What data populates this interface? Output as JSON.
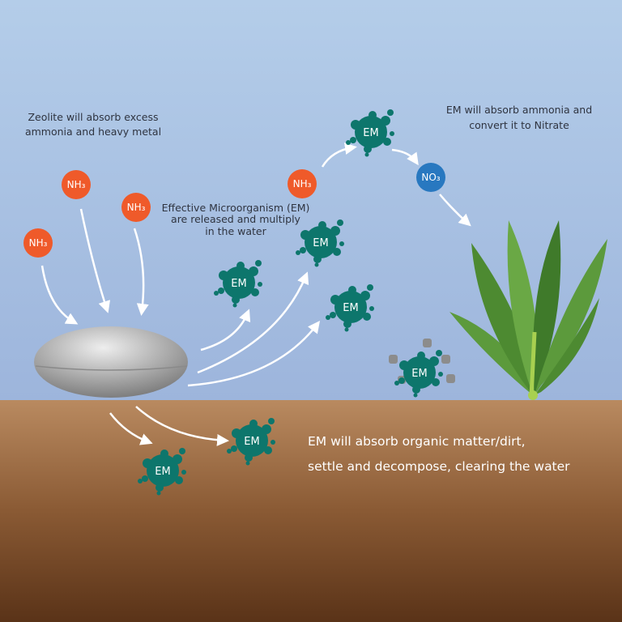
{
  "texts": {
    "zeolite_line1": "Zeolite will absorb excess",
    "zeolite_line2": "ammonia and heavy metal",
    "em_release_line1": "Effective Microorganism (EM)",
    "em_release_line2": "are released and multiply",
    "em_release_line3": "in the water",
    "nitrate_line1": "EM will absorb ammonia and",
    "nitrate_line2": "convert it to Nitrate",
    "soil_line1": "EM will absorb organic matter/dirt,",
    "soil_line2": "settle and decompose, clearing the water"
  },
  "labels": {
    "ammonia": "NH₃",
    "nitrate": "NO₃",
    "em": "EM"
  },
  "colors": {
    "water_top": "#b4cde9",
    "water_bottom": "#9db5dc",
    "soil_top": "#b98a60",
    "soil_bottom": "#5a3318",
    "ammonia": "#ef5a2a",
    "nitrate": "#2878c0",
    "em": "#0d766c",
    "plant": "#5d9a3a"
  }
}
